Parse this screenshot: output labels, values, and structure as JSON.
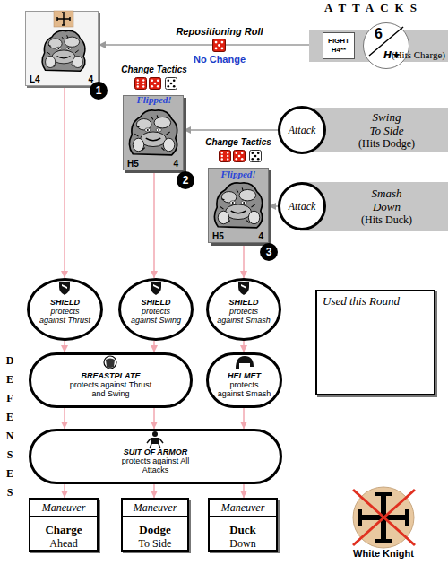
{
  "diagram": {
    "nodes": [
      {
        "text": [
          "L4",
          "4"
        ]
      },
      {
        "text": [
          "(Hits Charge)"
        ]
      },
      {
        "text": [
          "FIGHT",
          "H4**"
        ],
        "in": 1
      },
      {
        "text": [
          "6",
          "H★"
        ],
        "in": 1
      },
      {
        "text": [
          "H5",
          "4"
        ]
      },
      {
        "text": [
          "Swing",
          "To Side",
          "(Hits Dodge)"
        ]
      },
      {
        "text": [
          "Attack"
        ],
        "in": 5
      },
      {
        "text": [
          "H5",
          "4"
        ]
      },
      {
        "text": [
          "Smash",
          "Down",
          "(Hits Duck)"
        ]
      },
      {
        "text": [
          "Attack"
        ],
        "in": 8
      },
      {
        "text": [
          "SHIELD",
          "protects against Thrust"
        ]
      },
      {
        "text": [
          "SHIELD",
          "protects against Swing"
        ]
      },
      {
        "text": [
          "SHIELD",
          "protects against Smash"
        ]
      },
      {
        "text": [
          "BREASTPLATE",
          "protects against Thrust and Swing"
        ]
      },
      {
        "text": [
          "HELMET",
          "protects against Smash"
        ]
      },
      {
        "text": [
          "Used this Round"
        ]
      },
      {
        "text": [
          "SUIT OF ARMOR",
          "protects against All Attacks"
        ]
      },
      {
        "text": [
          "Maneuver",
          "Charge",
          "Ahead"
        ]
      },
      {
        "text": [
          "Maneuver",
          "Dodge",
          "To Side"
        ]
      },
      {
        "text": [
          "Maneuver",
          "Duck",
          "Down"
        ]
      }
    ],
    "edges": [
      {
        "from": 1,
        "to": 0,
        "arrow": "to"
      },
      {
        "from": 5,
        "to": 4,
        "arrow": "to"
      },
      {
        "from": 8,
        "to": 7,
        "arrow": "to"
      },
      {
        "from": 0,
        "to": 10,
        "arrow": "to"
      },
      {
        "from": 4,
        "to": 11,
        "arrow": "to"
      },
      {
        "from": 7,
        "to": 12,
        "arrow": "to"
      },
      {
        "from": 10,
        "to": 13,
        "arrow": "to"
      },
      {
        "from": 11,
        "to": 13,
        "arrow": "to"
      },
      {
        "from": 12,
        "to": 14,
        "arrow": "to"
      },
      {
        "from": 13,
        "to": 16,
        "arrow": "to"
      },
      {
        "from": 13,
        "to": 16,
        "arrow": "to"
      },
      {
        "from": 14,
        "to": 16,
        "arrow": "to"
      },
      {
        "from": 16,
        "to": 17,
        "arrow": "to"
      },
      {
        "from": 16,
        "to": 18,
        "arrow": "to"
      },
      {
        "from": 16,
        "to": 19,
        "arrow": "to"
      }
    ],
    "labels": [
      "ATTACKS",
      "DEFENSES",
      "Repositioning Roll",
      "No Change",
      "Change Tactics",
      "Flipped!",
      "Change Tactics",
      "Flipped!",
      "1",
      "2",
      "3",
      "White Knight"
    ]
  }
}
